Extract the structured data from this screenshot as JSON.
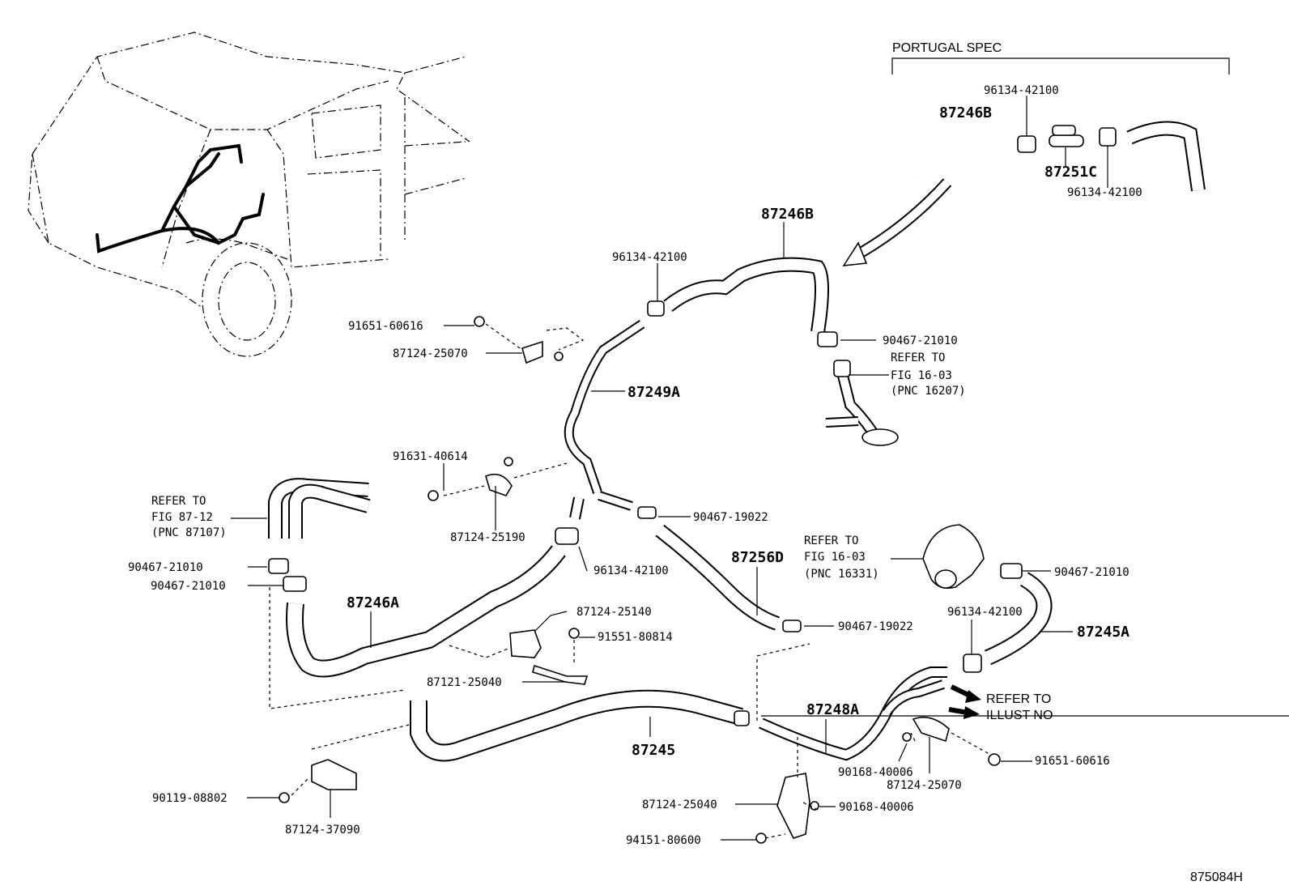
{
  "header": {
    "portugal_spec": "PORTUGAL SPEC"
  },
  "footer": {
    "figure_code": "875084H"
  },
  "labels": {
    "p_96134_42100_top": "96134-42100",
    "p_87246B_top": "87246B",
    "p_87251C": "87251C",
    "p_96134_42100_top2": "96134-42100",
    "p_87246B": "87246B",
    "p_96134_42100_a": "96134-42100",
    "p_91651_60616_a": "91651-60616",
    "p_87124_25070_a": "87124-25070",
    "p_90467_21010_a": "90467-21010",
    "refer_to_a": "REFER TO",
    "fig_16_03_a": "FIG 16-03",
    "pnc_16207": "(PNC 16207)",
    "p_87249A": "87249A",
    "p_91631_40614": "91631-40614",
    "refer_to_b": "REFER TO",
    "fig_87_12": "FIG 87-12",
    "pnc_87107": "(PNC 87107)",
    "p_87124_25190": "87124-25190",
    "p_90467_19022_a": "90467-19022",
    "p_96134_42100_b": "96134-42100",
    "refer_to_c": "REFER TO",
    "fig_16_03_c": "FIG 16-03",
    "pnc_16331": "(PNC 16331)",
    "p_87256D": "87256D",
    "p_90467_21010_r": "90467-21010",
    "p_90467_21010_b": "90467-21010",
    "p_90467_21010_c": "90467-21010",
    "p_87246A": "87246A",
    "p_87124_25140": "87124-25140",
    "p_91551_80814": "91551-80814",
    "p_90467_19022_b": "90467-19022",
    "p_96134_42100_c": "96134-42100",
    "p_87245A": "87245A",
    "p_87121_25040": "87121-25040",
    "refer_to_d": "REFER TO",
    "illust_no": "ILLUST NO",
    "p_87248A": "87248A",
    "p_87245": "87245",
    "p_90168_40006_a": "90168-40006",
    "p_87124_25070_b": "87124-25070",
    "p_91651_60616_b": "91651-60616",
    "p_90119_08802": "90119-08802",
    "p_87124_37090": "87124-37090",
    "p_87124_25040": "87124-25040",
    "p_90168_40006_b": "90168-40006",
    "p_94151_80600": "94151-80600"
  }
}
